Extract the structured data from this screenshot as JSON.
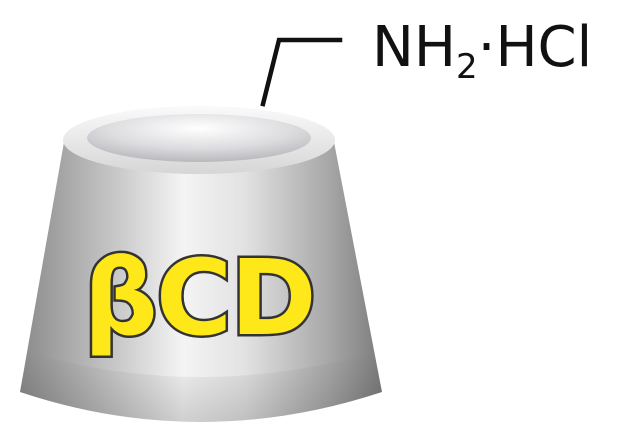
{
  "formula": {
    "main": "NH",
    "subscript": "2",
    "suffix": "·HCl"
  },
  "molecule": {
    "label": "βCD"
  },
  "colors": {
    "cone_light": "#f2f2f2",
    "cone_mid": "#c9c9c9",
    "cone_dark": "#8a8a8a",
    "rim": "#eeeeee",
    "cavity": "#cfcfd2",
    "label_fill": "#ffe81a",
    "label_stroke": "#333333",
    "line": "#111111"
  }
}
